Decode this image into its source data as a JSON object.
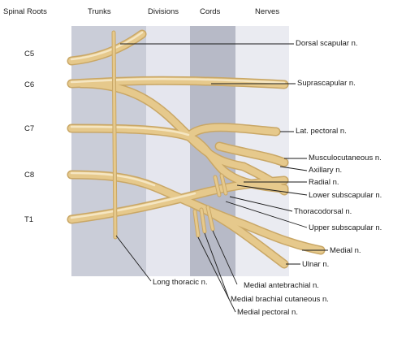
{
  "headers": {
    "spinal_roots": "Spinal Roots",
    "trunks": "Trunks",
    "divisions": "Divisions",
    "cords": "Cords",
    "nerves": "Nerves"
  },
  "roots": [
    "C5",
    "C6",
    "C7",
    "C8",
    "T1"
  ],
  "nerves": {
    "dorsal_scapular": "Dorsal scapular n.",
    "suprascapular": "Suprascapular n.",
    "lat_pectoral": "Lat. pectoral n.",
    "musculocutaneous": "Musculocutaneous n.",
    "axillary": "Axillary n.",
    "radial": "Radial n.",
    "lower_subscapular": "Lower subscapular n.",
    "thoracodorsal": "Thoracodorsal n.",
    "upper_subscapular": "Upper subscapular n.",
    "medial": "Medial n.",
    "ulnar": "Ulnar n.",
    "long_thoracic": "Long thoracic n.",
    "medial_antebrachial": "Medial antebrachial n.",
    "medial_brachial_cutaneous": "Medial brachial cutaneous n.",
    "medial_pectoral": "Medial pectoral n."
  },
  "colors": {
    "trunk_band": "#cacdd8",
    "division_band": "#e5e6ee",
    "cord_band": "#b7bac7",
    "nerve_band": "#eaebf1",
    "nerve_fill": "#e6c98c",
    "nerve_highlight": "#f5e6c2"
  }
}
